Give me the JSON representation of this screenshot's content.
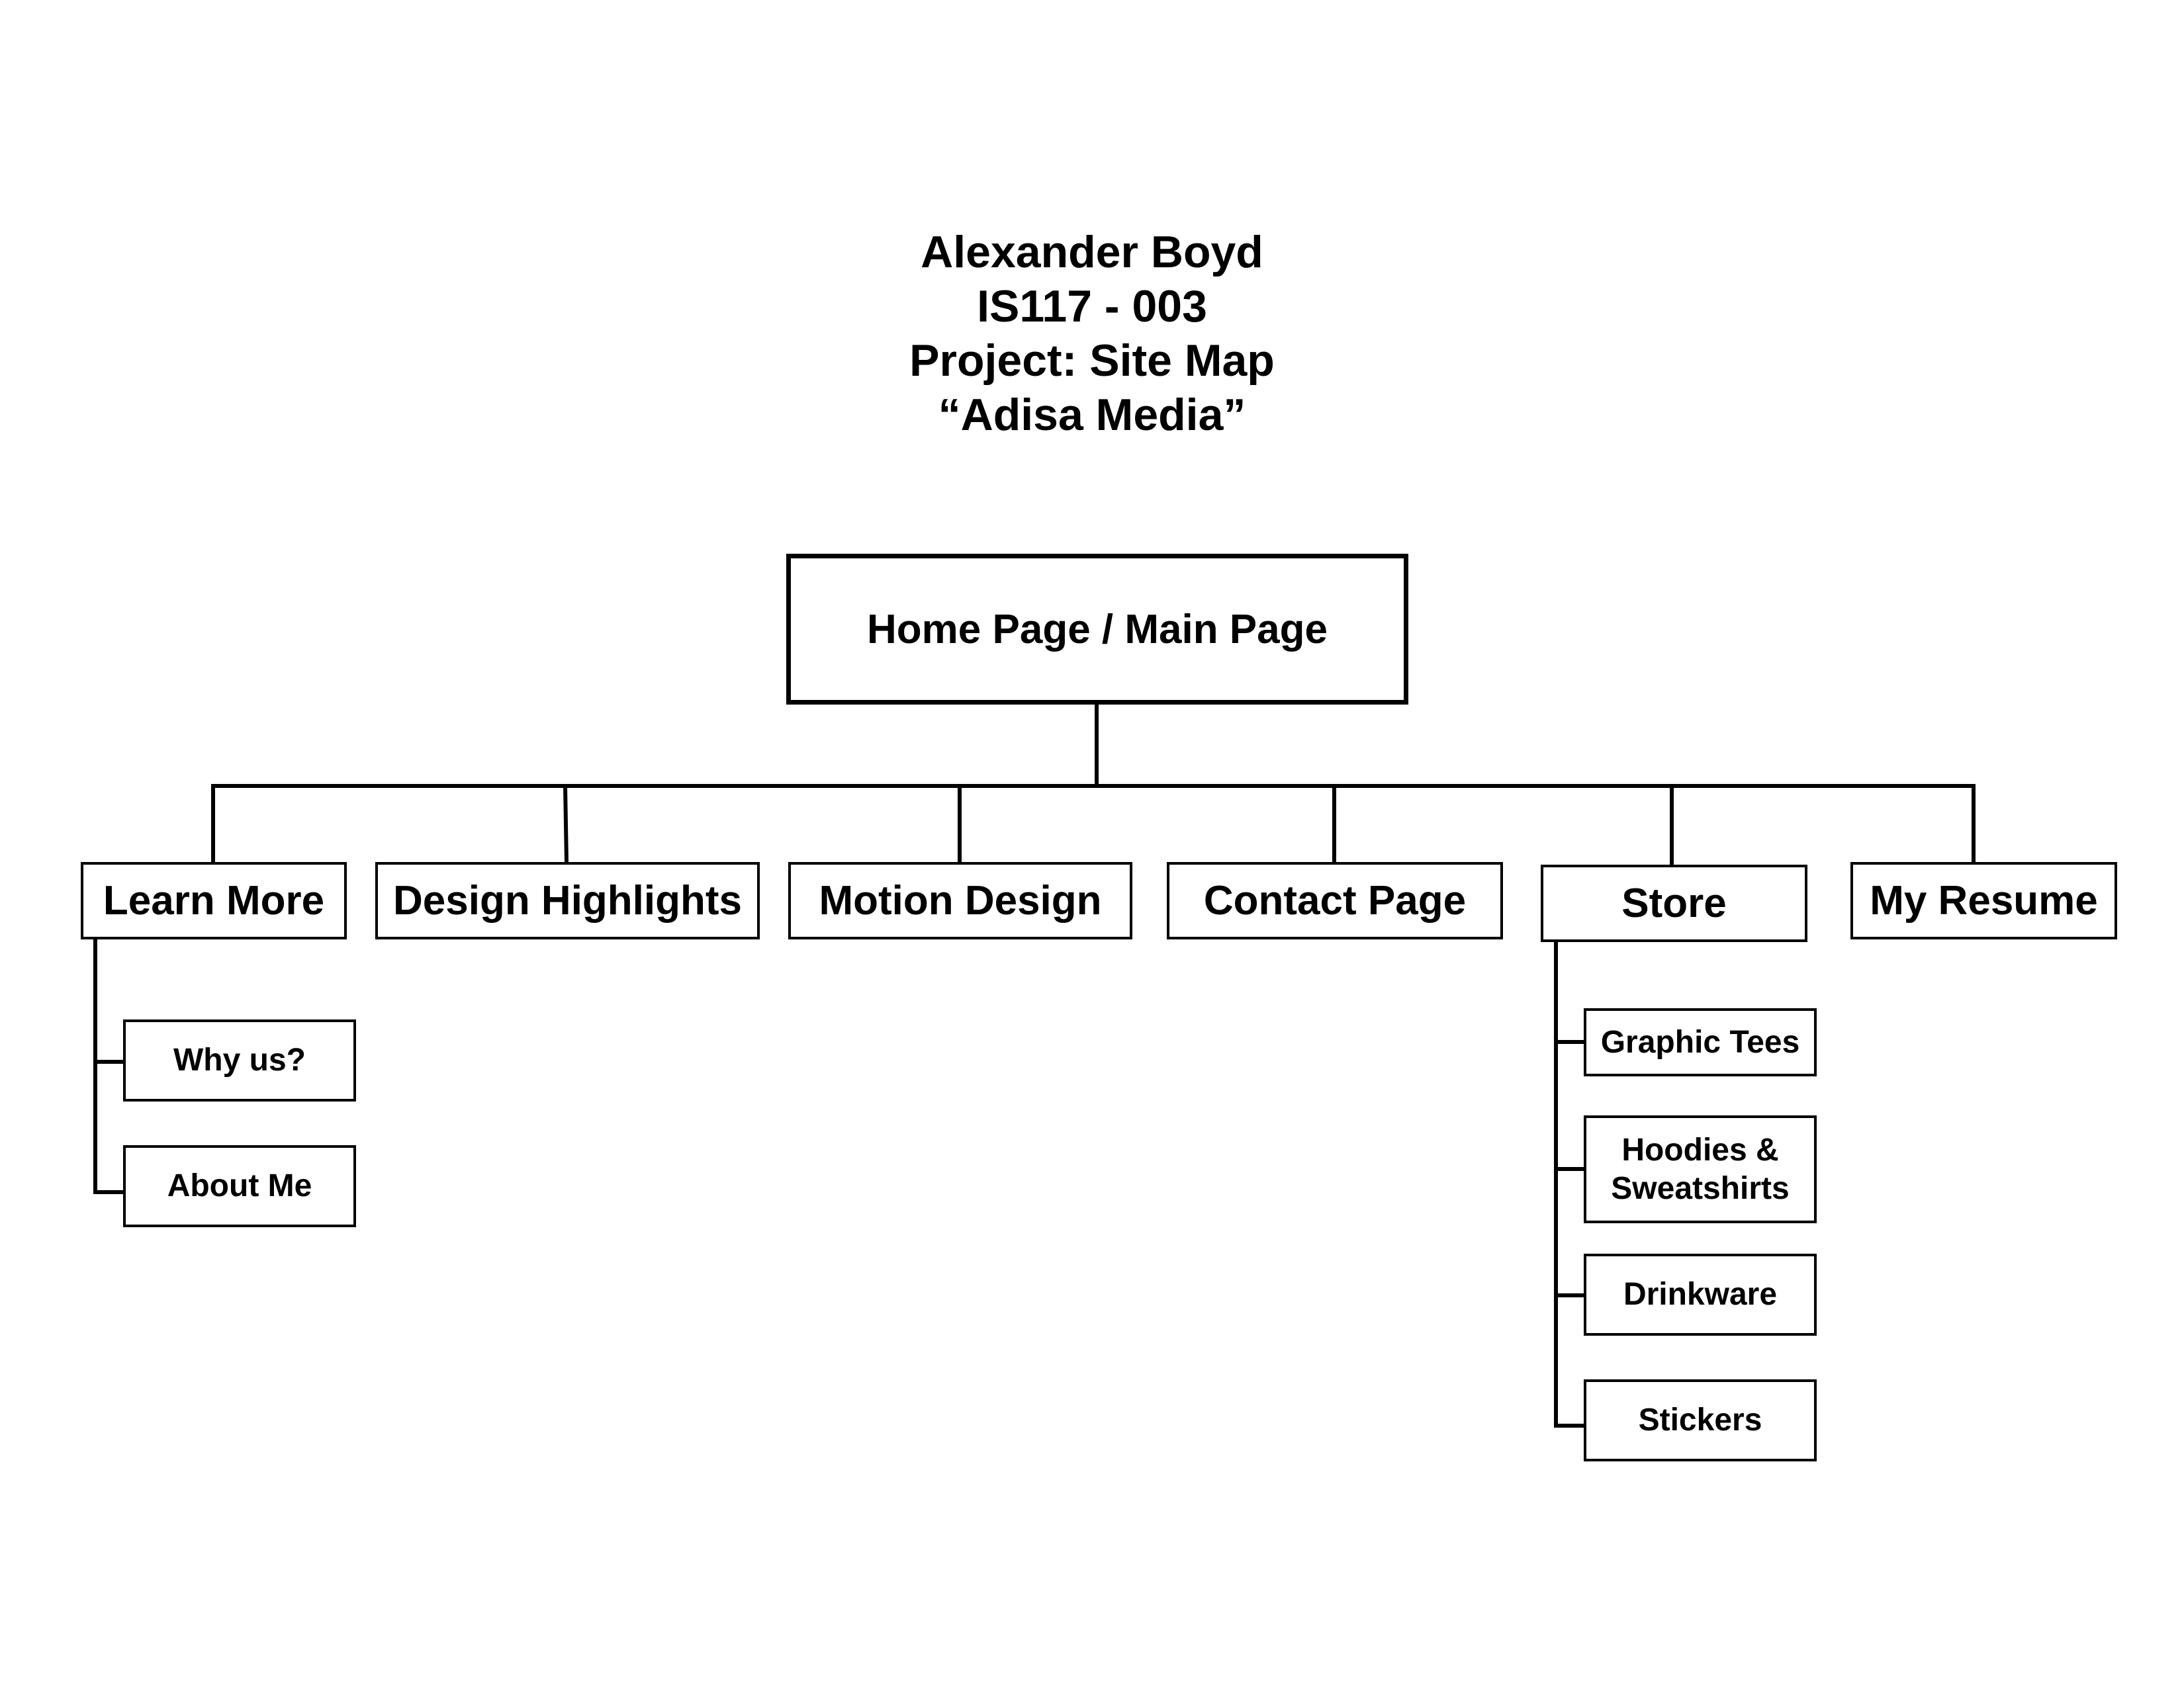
{
  "header": {
    "name": "Alexander Boyd",
    "course": "IS117 - 003",
    "project": "Project: Site Map",
    "site": "“Adisa Media”"
  },
  "sitemap": {
    "root": "Home Page / Main Page",
    "pages": {
      "learn_more": {
        "label": "Learn More",
        "children": [
          "Why us?",
          "About Me"
        ]
      },
      "design_highlights": {
        "label": "Design Highlights"
      },
      "motion_design": {
        "label": "Motion Design"
      },
      "contact_page": {
        "label": "Contact Page"
      },
      "store": {
        "label": "Store",
        "children": [
          "Graphic Tees",
          "Hoodies &\nSweatshirts",
          "Drinkware",
          "Stickers"
        ]
      },
      "my_resume": {
        "label": "My Resume"
      }
    }
  }
}
